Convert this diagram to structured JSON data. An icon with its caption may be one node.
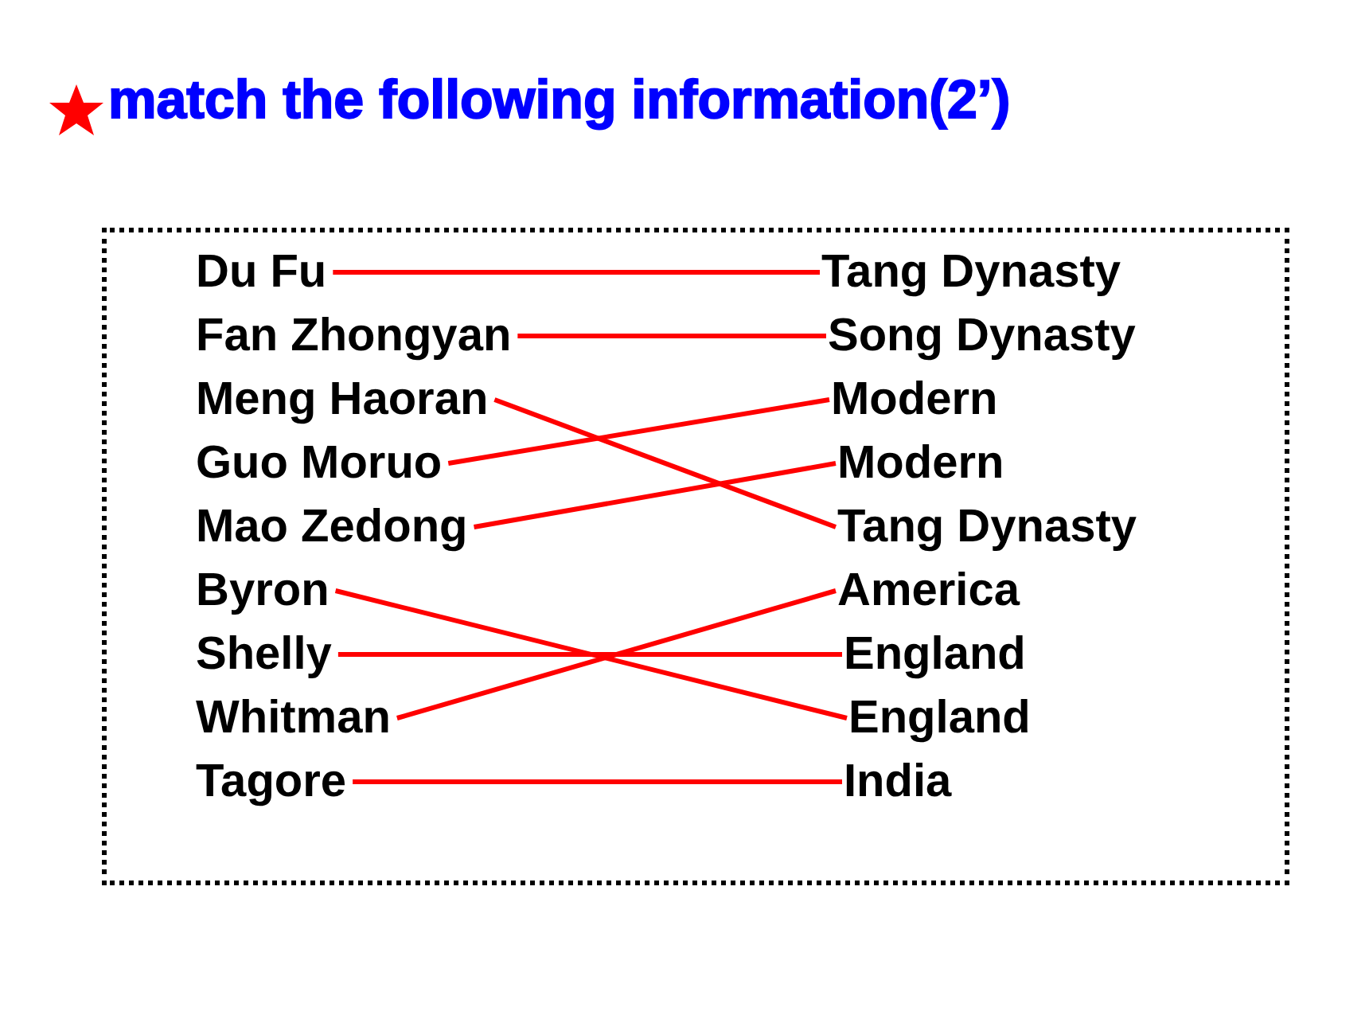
{
  "diagram": {
    "title": "match the following information(2’)",
    "nodes": [
      {
        "text": [],
        "shape": "box"
      },
      {
        "text": [
          "Du Fu"
        ],
        "in": 0
      },
      {
        "text": [
          "Fan Zhongyan"
        ],
        "in": 0
      },
      {
        "text": [
          "Meng Haoran"
        ],
        "in": 0
      },
      {
        "text": [
          "Guo Moruo"
        ],
        "in": 0
      },
      {
        "text": [
          "Mao Zedong"
        ],
        "in": 0
      },
      {
        "text": [
          "Byron"
        ],
        "in": 0
      },
      {
        "text": [
          "Shelly"
        ],
        "in": 0
      },
      {
        "text": [
          "Whitman"
        ],
        "in": 0
      },
      {
        "text": [
          "Tagore"
        ],
        "in": 0
      },
      {
        "text": [
          "Tang Dynasty"
        ],
        "in": 0
      },
      {
        "text": [
          "Song Dynasty"
        ],
        "in": 0
      },
      {
        "text": [
          "Modern"
        ],
        "in": 0
      },
      {
        "text": [
          "Modern"
        ],
        "in": 0
      },
      {
        "text": [
          "Tang Dynasty"
        ],
        "in": 0
      },
      {
        "text": [
          "America"
        ],
        "in": 0
      },
      {
        "text": [
          "England"
        ],
        "in": 0
      },
      {
        "text": [
          "England"
        ],
        "in": 0
      },
      {
        "text": [
          "India"
        ],
        "in": 0
      }
    ],
    "edges": [
      {
        "from": 1,
        "to": 10,
        "arrow": "none"
      },
      {
        "from": 2,
        "to": 11,
        "arrow": "none"
      },
      {
        "from": 3,
        "to": 14,
        "arrow": "none"
      },
      {
        "from": 4,
        "to": 12,
        "arrow": "none"
      },
      {
        "from": 5,
        "to": 13,
        "arrow": "none"
      },
      {
        "from": 6,
        "to": 17,
        "arrow": "none"
      },
      {
        "from": 7,
        "to": 16,
        "arrow": "none"
      },
      {
        "from": 8,
        "to": 15,
        "arrow": "none"
      },
      {
        "from": 9,
        "to": 18,
        "arrow": "none"
      }
    ]
  }
}
